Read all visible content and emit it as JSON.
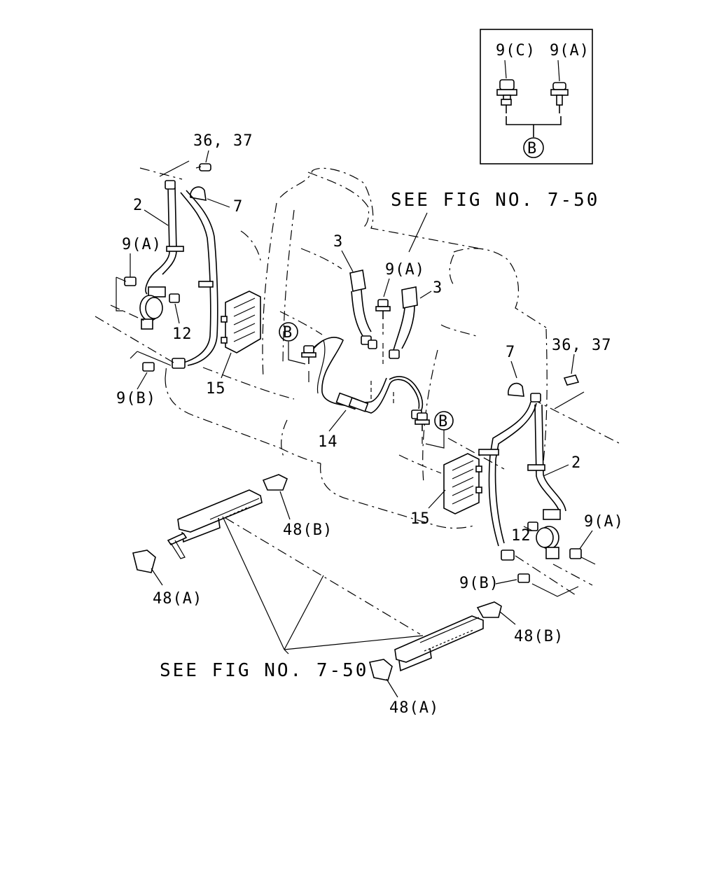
{
  "diagram": {
    "inset": {
      "top_left": "9(C)",
      "top_right": "9(A)",
      "circle": "B"
    },
    "labels": {
      "see_fig_top": "SEE FIG NO. 7-50",
      "see_fig_bottom": "SEE FIG NO. 7-50",
      "l_36_37": "36, 37",
      "l_7": "7",
      "l_2": "2",
      "l_9a": "9(A)",
      "l_12": "12",
      "l_9b": "9(B)",
      "l_15": "15",
      "l_3a": "3",
      "l_9a_mid": "9(A)",
      "l_3b": "3",
      "l_b_left": "B",
      "l_14": "14",
      "l_b_right": "B",
      "r_7": "7",
      "r_36_37": "36, 37",
      "r_2": "2",
      "r_15": "15",
      "r_12": "12",
      "r_9a": "9(A)",
      "r_9b": "9(B)",
      "l_48b": "48(B)",
      "l_48a": "48(A)",
      "r_48b": "48(B)",
      "r_48a": "48(A)"
    }
  }
}
